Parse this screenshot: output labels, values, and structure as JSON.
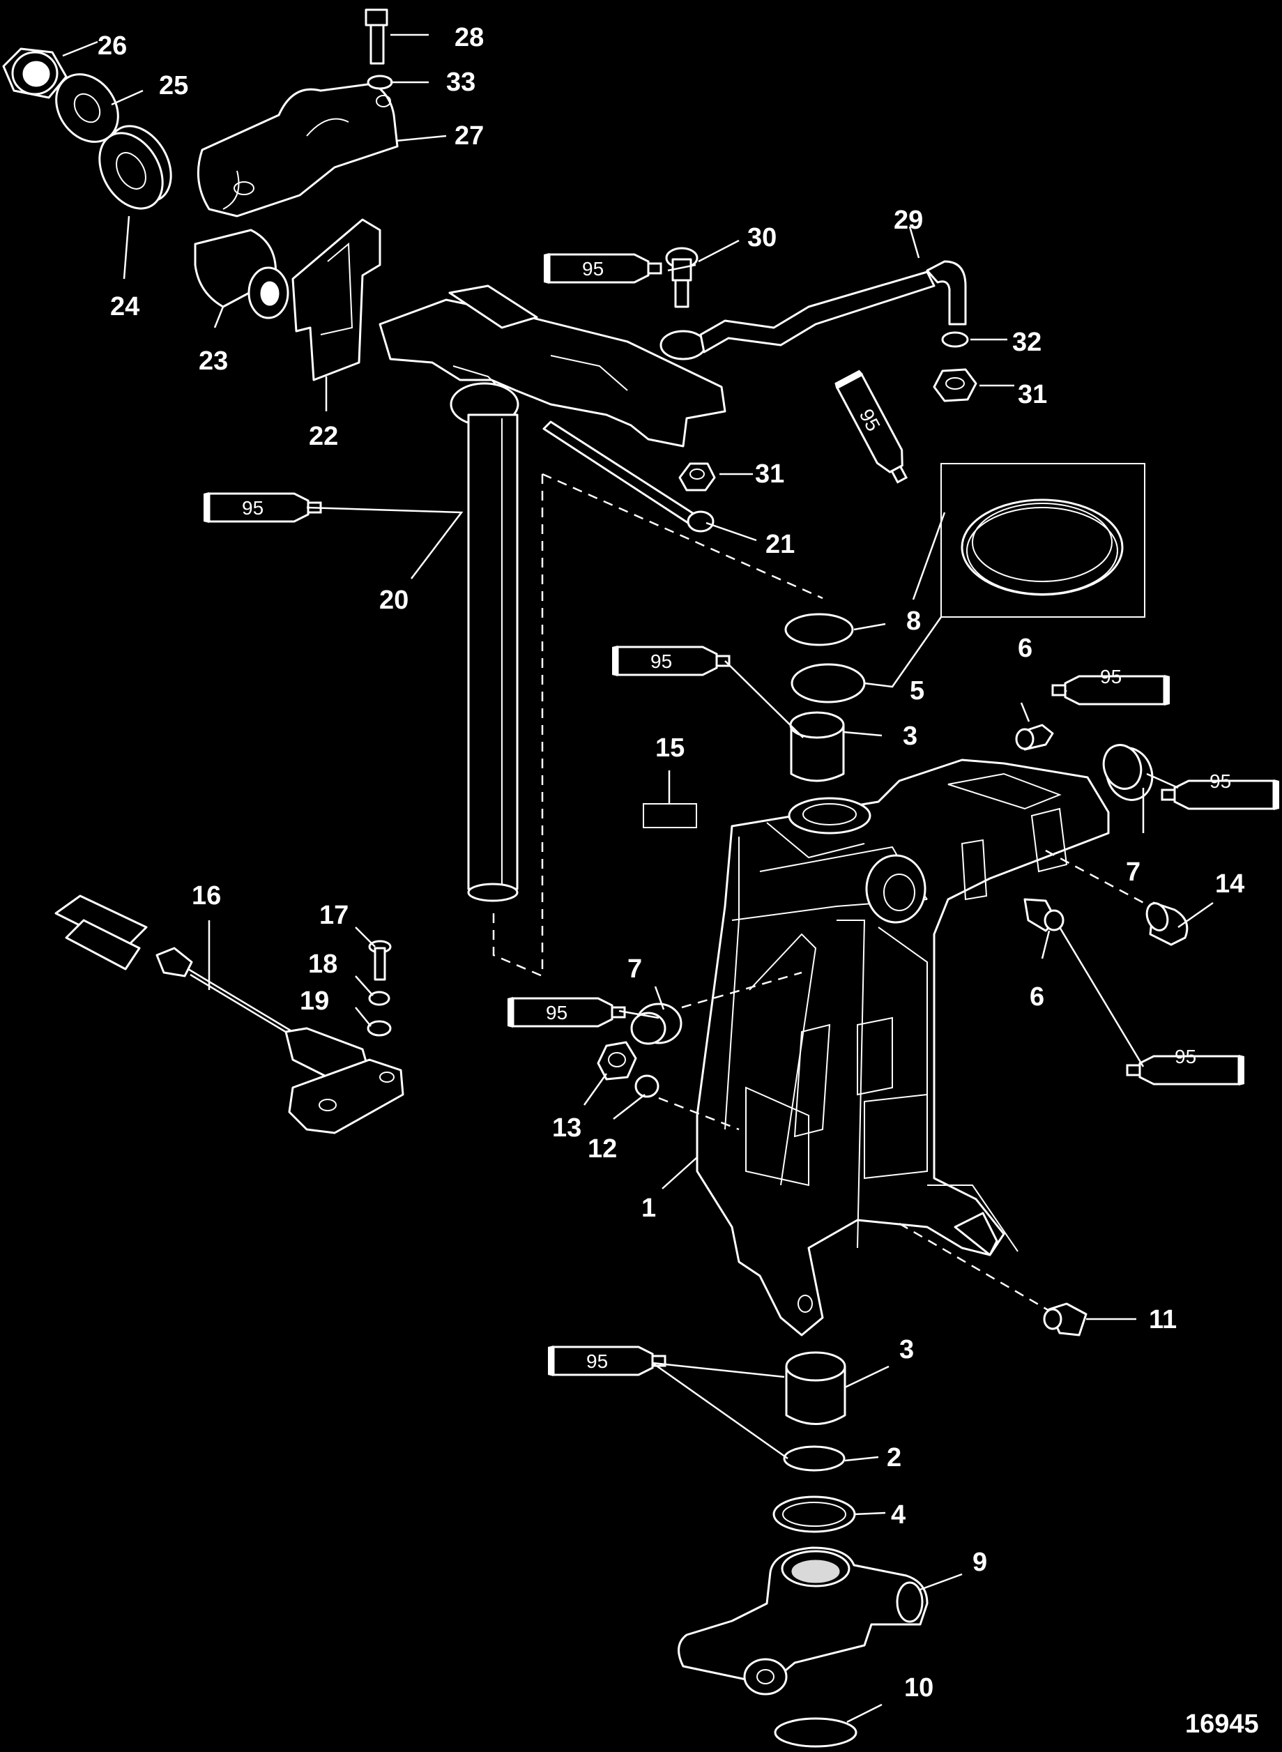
{
  "figure_number": "16945",
  "lubricant_code": "95",
  "callouts": {
    "c1": "1",
    "c2": "2",
    "c3a": "3",
    "c3b": "3",
    "c4": "4",
    "c5": "5",
    "c6a": "6",
    "c6b": "6",
    "c7a": "7",
    "c7b": "7",
    "c8": "8",
    "c9": "9",
    "c10": "10",
    "c11": "11",
    "c12": "12",
    "c13": "13",
    "c14": "14",
    "c15": "15",
    "c16": "16",
    "c17": "17",
    "c18": "18",
    "c19": "19",
    "c20": "20",
    "c21": "21",
    "c22": "22",
    "c23": "23",
    "c24": "24",
    "c25": "25",
    "c26": "26",
    "c27": "27",
    "c28": "28",
    "c29": "29",
    "c30": "30",
    "c31a": "31",
    "c31b": "31",
    "c32": "32",
    "c33": "33"
  },
  "colors": {
    "background": "#000000",
    "linework": "#ffffff"
  }
}
